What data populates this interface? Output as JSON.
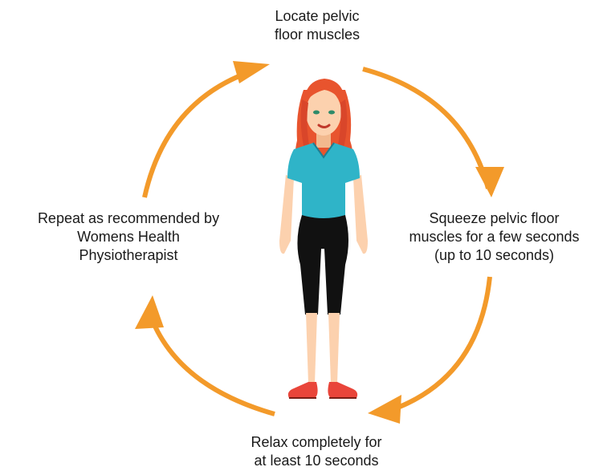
{
  "diagram": {
    "steps": [
      {
        "lines": [
          "Locate pelvic",
          "floor muscles"
        ]
      },
      {
        "lines": [
          "Squeeze pelvic floor",
          "muscles for a few seconds",
          "(up to 10 seconds)"
        ]
      },
      {
        "lines": [
          "Relax completely for",
          "at least 10 seconds"
        ]
      },
      {
        "lines": [
          "Repeat as recommended by",
          "Womens Health",
          "Physiotherapist"
        ]
      }
    ],
    "colors": {
      "arrow": "#F39A2A",
      "hair": "#E8542E",
      "skin": "#FCD1AE",
      "shirt": "#2FB4C8",
      "leggings": "#111111",
      "shoes": "#E9453A"
    }
  }
}
